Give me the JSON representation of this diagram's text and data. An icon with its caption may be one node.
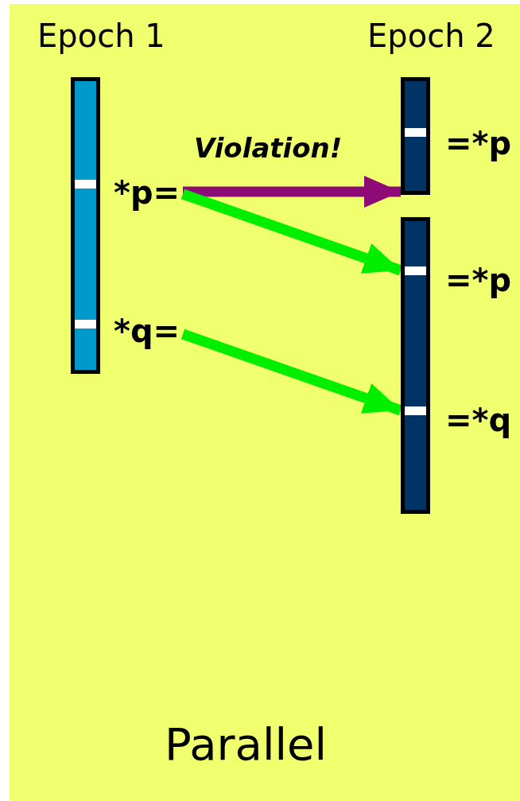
{
  "diagram": {
    "nodes": [
      {
        "text": [],
        "shape": "bar",
        "beside": [
          "Epoch 1"
        ]
      },
      {
        "text": [
          "*p="
        ]
      },
      {
        "text": [
          "*q="
        ]
      },
      {
        "text": [],
        "shape": "bar",
        "beside": [
          "Epoch 2"
        ]
      },
      {
        "text": [
          "=*p"
        ]
      },
      {
        "text": [],
        "shape": "bar"
      },
      {
        "text": [
          "=*p"
        ]
      },
      {
        "text": [
          "=*q"
        ]
      }
    ],
    "edges": [
      {
        "from": 1,
        "to": 3,
        "arrow": "to",
        "label": "Violation!",
        "color": "#8e0a76"
      },
      {
        "from": 1,
        "to": 5,
        "arrow": "to"
      },
      {
        "from": 2,
        "to": 5,
        "arrow": "to"
      }
    ],
    "labels": [
      "Parallel"
    ]
  }
}
